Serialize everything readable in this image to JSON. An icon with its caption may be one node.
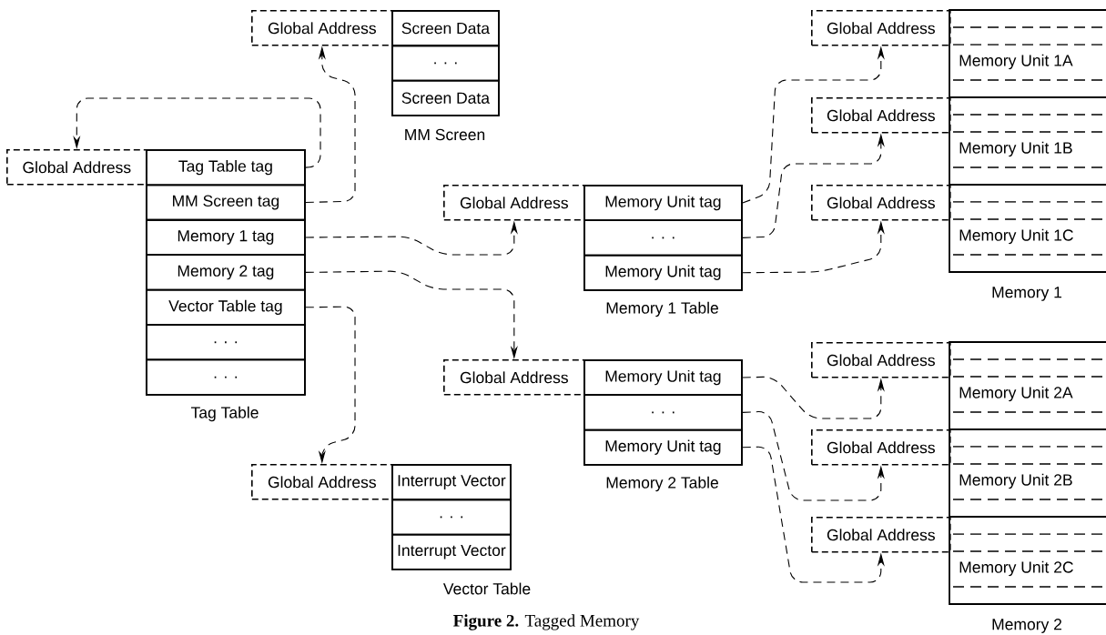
{
  "diagram": {
    "caption": "**Figure 2.** Tagged Memory",
    "nodes": [
      {
        "text": [
          "Global Address"
        ]
      },
      {
        "text": [
          "MM Screen"
        ]
      },
      {
        "text": [
          "Screen Data"
        ],
        "in": 1
      },
      {
        "text": [
          ". . ."
        ],
        "in": 1
      },
      {
        "text": [
          "Screen Data"
        ],
        "in": 1
      },
      {
        "text": [
          "Global Address"
        ]
      },
      {
        "text": [
          "Tag Table"
        ]
      },
      {
        "text": [
          "Tag Table tag"
        ],
        "in": 6
      },
      {
        "text": [
          "MM Screen tag"
        ],
        "in": 6
      },
      {
        "text": [
          "Memory 1 tag"
        ],
        "in": 6
      },
      {
        "text": [
          "Memory 2 tag"
        ],
        "in": 6
      },
      {
        "text": [
          "Vector Table tag"
        ],
        "in": 6
      },
      {
        "text": [
          ". . ."
        ],
        "in": 6
      },
      {
        "text": [
          ". . ."
        ],
        "in": 6
      },
      {
        "text": [
          "Global Address"
        ]
      },
      {
        "text": [
          "Memory 1 Table"
        ]
      },
      {
        "text": [
          "Memory Unit tag"
        ],
        "in": 15
      },
      {
        "text": [
          ". . ."
        ],
        "in": 15
      },
      {
        "text": [
          "Memory Unit tag"
        ],
        "in": 15
      },
      {
        "text": [
          "Global Address"
        ]
      },
      {
        "text": [
          "Memory 2 Table"
        ]
      },
      {
        "text": [
          "Memory Unit tag"
        ],
        "in": 20
      },
      {
        "text": [
          ". . ."
        ],
        "in": 20
      },
      {
        "text": [
          "Memory Unit tag"
        ],
        "in": 20
      },
      {
        "text": [
          "Global Address"
        ]
      },
      {
        "text": [
          "Vector Table"
        ]
      },
      {
        "text": [
          "Interrupt Vector"
        ],
        "in": 25
      },
      {
        "text": [
          ". . ."
        ],
        "in": 25
      },
      {
        "text": [
          "Interrupt Vector"
        ],
        "in": 25
      },
      {
        "text": [
          "Memory 1"
        ]
      },
      {
        "text": [
          "Global Address"
        ]
      },
      {
        "text": [
          "Memory Unit 1A"
        ],
        "in": 29
      },
      {
        "text": [
          "Global Address"
        ]
      },
      {
        "text": [
          "Memory Unit 1B"
        ],
        "in": 29
      },
      {
        "text": [
          "Global Address"
        ]
      },
      {
        "text": [
          "Memory Unit 1C"
        ],
        "in": 29
      },
      {
        "text": [
          "Memory 2"
        ]
      },
      {
        "text": [
          "Global Address"
        ]
      },
      {
        "text": [
          "Memory Unit 2A"
        ],
        "in": 36
      },
      {
        "text": [
          "Global Address"
        ]
      },
      {
        "text": [
          "Memory Unit 2B"
        ],
        "in": 36
      },
      {
        "text": [
          "Global Address"
        ]
      },
      {
        "text": [
          "Memory Unit 2C"
        ],
        "in": 36
      }
    ],
    "edges": [
      {
        "from": 7,
        "to": 5,
        "arrow": "to",
        "style": "dashed"
      },
      {
        "from": 8,
        "to": 0,
        "arrow": "to",
        "style": "dashed"
      },
      {
        "from": 9,
        "to": 14,
        "arrow": "to",
        "style": "dashed"
      },
      {
        "from": 10,
        "to": 19,
        "arrow": "to",
        "style": "dashed"
      },
      {
        "from": 11,
        "to": 24,
        "arrow": "to",
        "style": "dashed"
      },
      {
        "from": 16,
        "to": 30,
        "arrow": "to",
        "style": "dashed"
      },
      {
        "from": 17,
        "to": 32,
        "arrow": "to",
        "style": "dashed"
      },
      {
        "from": 18,
        "to": 34,
        "arrow": "to",
        "style": "dashed"
      },
      {
        "from": 21,
        "to": 37,
        "arrow": "to",
        "style": "dashed"
      },
      {
        "from": 22,
        "to": 39,
        "arrow": "to",
        "style": "dashed"
      },
      {
        "from": 23,
        "to": 41,
        "arrow": "to",
        "style": "dashed"
      }
    ]
  }
}
